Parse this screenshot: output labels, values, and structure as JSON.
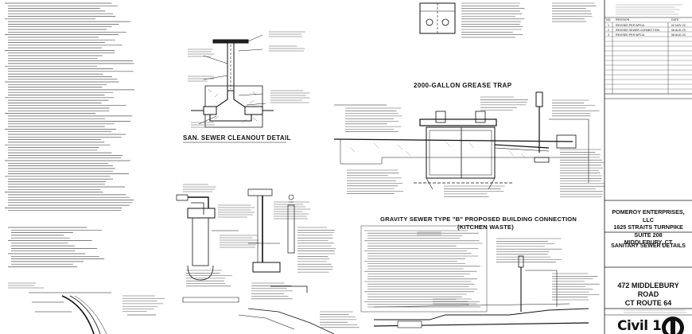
{
  "titles": {
    "grease_trap": "2000-GALLON GREASE TRAP",
    "cleanout": "SAN. SEWER CLEANOUT DETAIL",
    "gravity_sewer": "GRAVITY SEWER TYPE \"B\" PROPOSED BUILDING CONNECTION",
    "kitchen": "(KITCHEN WASTE)"
  },
  "revisions": {
    "header_no": "NO.",
    "header_rev": "REVISION",
    "header_date": "DATE",
    "rows": [
      {
        "no": "1",
        "text": "REVISED PER WPCA",
        "date": "02 NOV 22"
      },
      {
        "no": "2",
        "text": "REVISED SEWER CONNECTION",
        "date": "08 AUG 23"
      },
      {
        "no": "3",
        "text": "REVISED PER WPCA",
        "date": "08 AUG 23"
      }
    ]
  },
  "title_block": {
    "firm_line1": "POMEROY ENTERPRISES, LLC",
    "firm_line2": "1625 STRAITS TURNPIKE",
    "firm_line3": "SUITE 208",
    "firm_line4": "MIDDLEBURY, CT",
    "sheet_title": "SANITARY SEWER DETAILS",
    "site_line1": "472 MIDDLEBURY ROAD",
    "site_line2": "CT ROUTE 64",
    "logo": "Civil 1"
  }
}
